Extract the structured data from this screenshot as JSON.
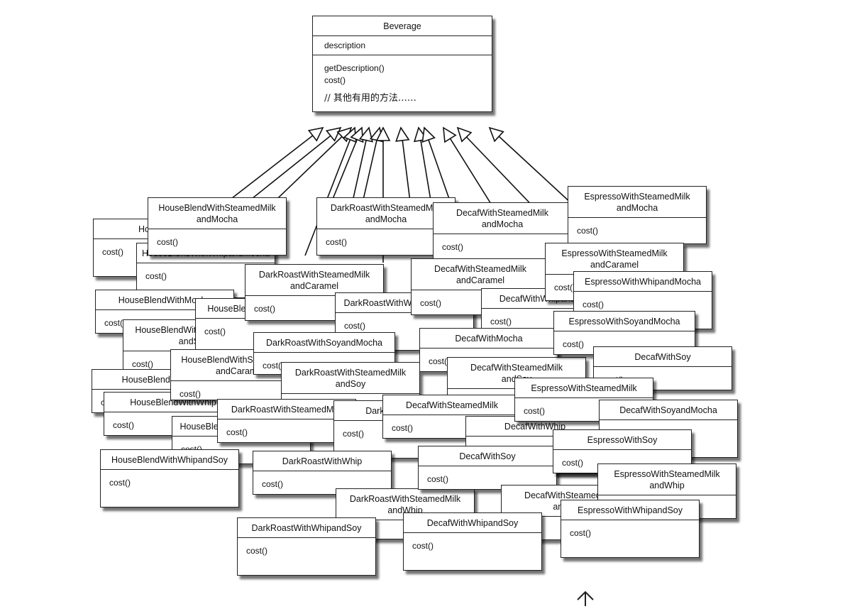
{
  "base_class": {
    "name": "Beverage",
    "attributes": [
      "description"
    ],
    "methods": [
      "getDescription()",
      "cost()"
    ],
    "comment": "// 其他有用的方法……"
  },
  "subclasses": [
    {
      "title": "HouseBlend"
    },
    {
      "title": "HouseBlendWithWhipandMocha"
    },
    {
      "title": "HouseBlendWithSteamedMilk\nandMocha"
    },
    {
      "title": "HouseBlendWithMocha"
    },
    {
      "title": "HouseBlendWithSteamedMilk\nandSoy"
    },
    {
      "title": "HouseBlendWithSoy"
    },
    {
      "title": "HouseBlendWithWhip"
    },
    {
      "title": "HouseBlendWithSoyandMocha"
    },
    {
      "title": "HouseBlendWithSteamedMilk"
    },
    {
      "title": "HouseBlendWithWhipandSoy"
    },
    {
      "title": "HouseBlendWithSteamedMilk\nandCaramel"
    },
    {
      "title": "DarkRoastWithSteamedMilk\nandMocha"
    },
    {
      "title": "DarkRoastWithSteamedMilk\nandCaramel"
    },
    {
      "title": "DarkRoastWithWhipandMocha"
    },
    {
      "title": "DarkRoastWithSoyandMocha"
    },
    {
      "title": "DarkRoastWithSteamedMilk\nandSoy"
    },
    {
      "title": "DarkRoastWithSteamedMilk"
    },
    {
      "title": "DarkRoastWithSoy"
    },
    {
      "title": "DarkRoastWithWhip"
    },
    {
      "title": "DarkRoastWithSteamedMilk\nandWhip"
    },
    {
      "title": "DarkRoastWithWhipandSoy"
    },
    {
      "title": "DecafWithSteamedMilk\nandMocha"
    },
    {
      "title": "DecafWithSteamedMilk\nandCaramel"
    },
    {
      "title": "DecafWithWhipandMocha"
    },
    {
      "title": "DecafWithMocha"
    },
    {
      "title": "DecafWithSteamedMilk\nandSoy"
    },
    {
      "title": "DecafWithSteamedMilk"
    },
    {
      "title": "DecafWithWhip"
    },
    {
      "title": "DecafWithSoy"
    },
    {
      "title": "DecafWithSteamedMilk\nandWhip"
    },
    {
      "title": "DecafWithWhipandSoy"
    },
    {
      "title": "EspressoWithSteamedMilk\nandMocha"
    },
    {
      "title": "EspressoWithSteamedMilk\nandCaramel"
    },
    {
      "title": "EspressoWithWhipandMocha"
    },
    {
      "title": "EspressoWithSoyandMocha"
    },
    {
      "title": "DecafWithSoy"
    },
    {
      "title": "EspressoWithSteamedMilk"
    },
    {
      "title": "DecafWithSoyandMocha"
    },
    {
      "title": "EspressoWithSoy"
    },
    {
      "title": "EspressoWithSteamedMilk\nandWhip"
    },
    {
      "title": "EspressoWithWhipandSoy"
    }
  ],
  "subclass_method": "cost()",
  "page_marker": "up-arrow-icon"
}
